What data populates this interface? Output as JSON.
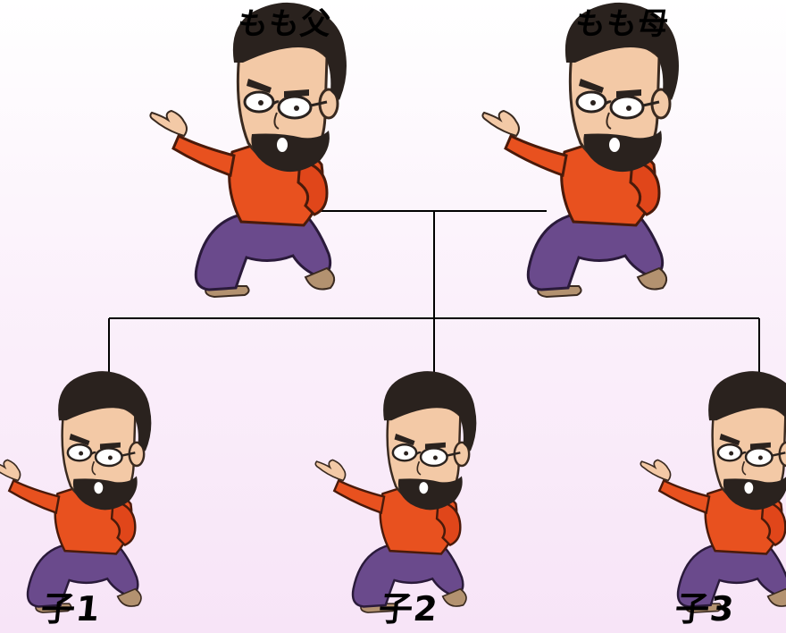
{
  "parents": [
    {
      "id": "father",
      "label": "もも父"
    },
    {
      "id": "mother",
      "label": "もも母"
    }
  ],
  "children": [
    {
      "id": "child1",
      "label": "子1"
    },
    {
      "id": "child2",
      "label": "子2"
    },
    {
      "id": "child3",
      "label": "子3"
    }
  ],
  "figure_icon": "pointing-man-cartoon-icon",
  "colors": {
    "background_top": "#ffffff",
    "background_bottom": "#f7e4f7",
    "shirt": "#e8511f",
    "pants": "#6a4a8c",
    "skin": "#f3c9a6",
    "hair": "#2a221e",
    "line": "#000000"
  }
}
